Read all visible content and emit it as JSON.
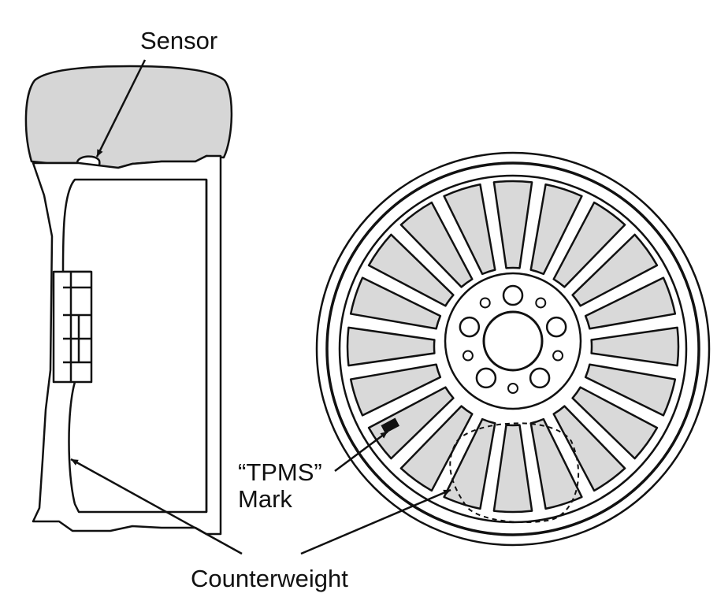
{
  "labels": {
    "sensor": "Sensor",
    "tpms_line1": "“TPMS”",
    "tpms_line2": "Mark",
    "counterweight": "Counterweight"
  },
  "colors": {
    "line": "#111111",
    "tire_fill": "#d6d6d6",
    "spoke_fill": "#d9d9d9",
    "background": "#ffffff"
  }
}
